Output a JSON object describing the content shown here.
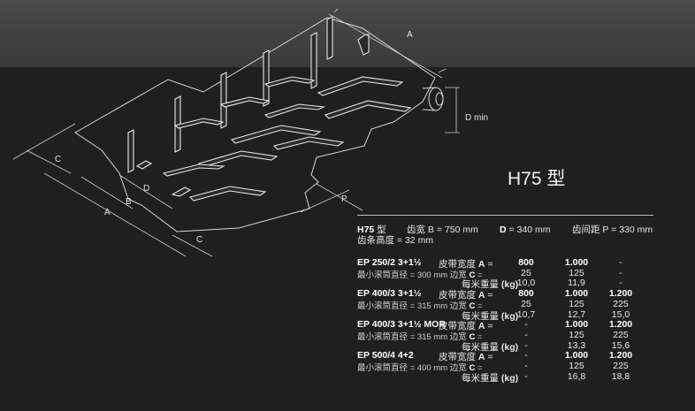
{
  "drawing": {
    "dim_labels": {
      "a_top": "A",
      "d_min": "D min",
      "c_left": "C",
      "d_left": "D",
      "b_left": "B",
      "a_left": "A",
      "c_bottom": "C",
      "p": "P"
    }
  },
  "model": {
    "heading": "H75 型"
  },
  "spec": {
    "line1": {
      "model": "H75",
      "model_suffix": " 型",
      "tooth_width": "齿宽 B = 750 mm",
      "d_label": "D",
      "d_value": " = 340 mm",
      "pitch": "齿间距 P = 330 mm"
    },
    "line2": "齿条高度 = 32 mm"
  },
  "belts": [
    {
      "name": "EP 250/2 3+1½",
      "r1_label": "皮带宽度",
      "r1_key": "A",
      "r1_eq": " =",
      "r2_label": "最小滚筒直径 = 300 mm 边宽",
      "r2_key": "C",
      "r2_eq": " =",
      "r3_label": "每米重量",
      "r3_key": "(kg)",
      "a": [
        "800",
        "25",
        "10,0"
      ],
      "b": [
        "1.000",
        "125",
        "11,9"
      ],
      "c": [
        "-",
        "-",
        "-"
      ]
    },
    {
      "name": "EP 400/3 3+1½",
      "r1_label": "皮带宽度",
      "r1_key": "A",
      "r1_eq": " =",
      "r2_label": "最小滚筒直径 = 315 mm 边宽",
      "r2_key": "C",
      "r2_eq": " =",
      "r3_label": "每米重量",
      "r3_key": "(kg)",
      "a": [
        "800",
        "25",
        "10,7"
      ],
      "b": [
        "1.000",
        "125",
        "12,7"
      ],
      "c": [
        "1.200",
        "225",
        "15,0"
      ]
    },
    {
      "name": "EP 400/3 3+1½ MOR",
      "r1_label": "皮带宽度",
      "r1_key": "A",
      "r1_eq": " =",
      "r2_label": "最小滚筒直径 = 315 mm 边宽",
      "r2_key": "C",
      "r2_eq": " =",
      "r3_label": "每米重量",
      "r3_key": "(kg)",
      "a": [
        "-",
        "-",
        "-"
      ],
      "b": [
        "1.000",
        "125",
        "13,3"
      ],
      "c": [
        "1.200",
        "225",
        "15,6"
      ]
    },
    {
      "name": "EP 500/4 4+2",
      "r1_label": "皮带宽度",
      "r1_key": "A",
      "r1_eq": " =",
      "r2_label": "最小滚筒直径 = 400 mm 边宽",
      "r2_key": "C",
      "r2_eq": " =",
      "r3_label": "每米重量",
      "r3_key": "(kg)",
      "a": [
        "-",
        "-",
        "-"
      ],
      "b": [
        "1.000",
        "125",
        "16,8"
      ],
      "c": [
        "1.200",
        "225",
        "18,8"
      ]
    }
  ]
}
